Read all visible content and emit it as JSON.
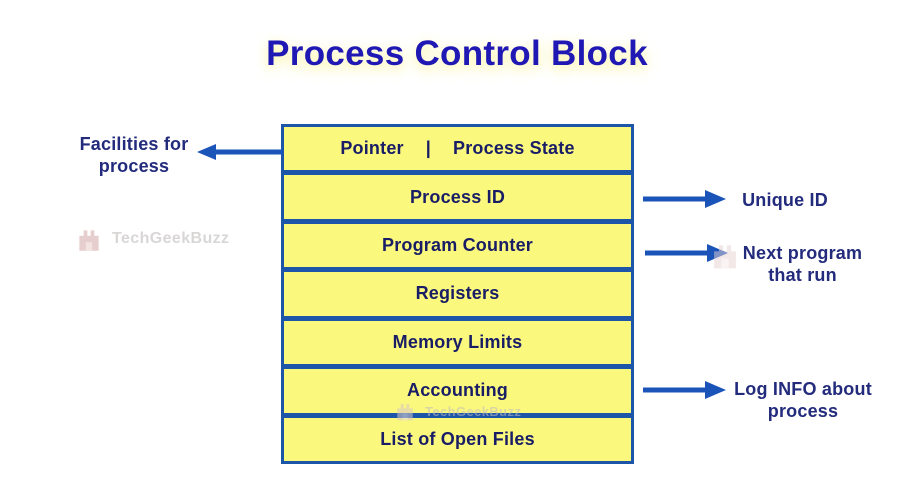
{
  "title": "Process Control Block",
  "pcb": {
    "row1": {
      "left": "Pointer",
      "divider": "|",
      "right": "Process State"
    },
    "rows": [
      "Process ID",
      "Program Counter",
      "Registers",
      "Memory Limits",
      "Accounting",
      "List of Open Files"
    ]
  },
  "annotations": {
    "facilities": {
      "line1": "Facilities for",
      "line2": "process"
    },
    "unique_id": {
      "text": "Unique ID"
    },
    "next_program": {
      "line1": "Next program",
      "line2": "that run"
    },
    "log_info": {
      "line1": "Log INFO about",
      "line2": "process"
    }
  },
  "watermark": {
    "text": "TechGeekBuzz"
  },
  "colors": {
    "title": "#1f18b4",
    "box_fill": "#fbf87e",
    "box_border": "#1d55a9",
    "box_text": "#181d66",
    "label_text": "#232b7c",
    "arrow": "#1a54b8"
  }
}
